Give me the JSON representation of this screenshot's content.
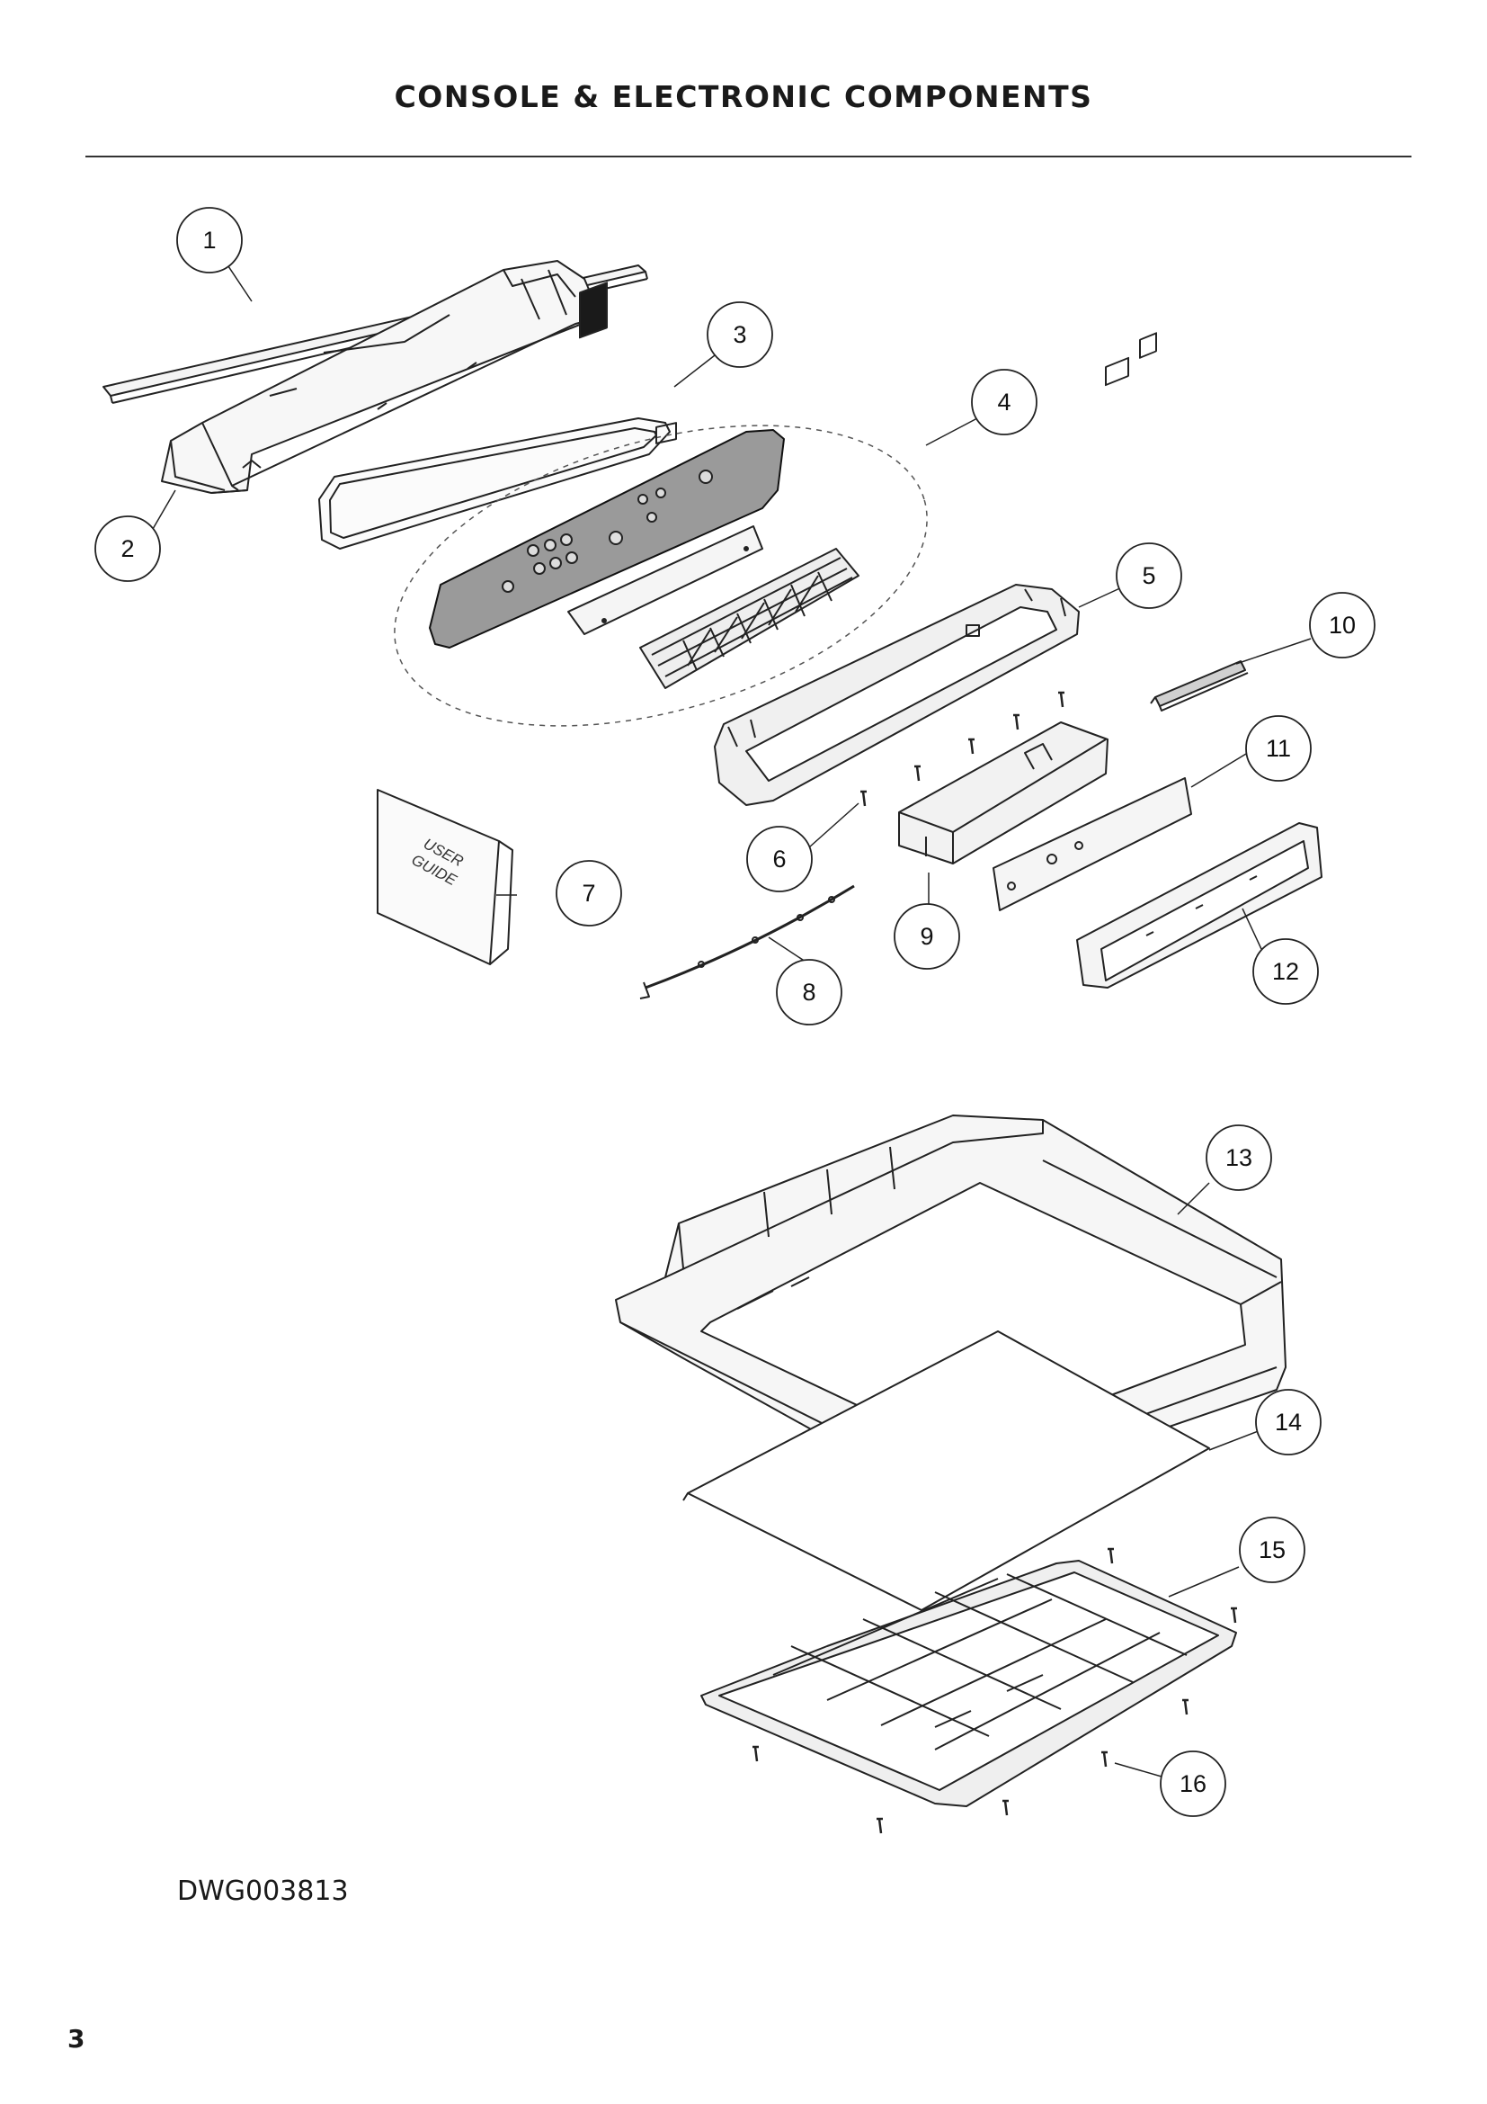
{
  "header": {
    "title": "CONSOLE & ELECTRONIC COMPONENTS"
  },
  "diagram": {
    "callouts": [
      "1",
      "2",
      "3",
      "4",
      "5",
      "6",
      "7",
      "8",
      "9",
      "10",
      "11",
      "12",
      "13",
      "14",
      "15",
      "16"
    ],
    "manual_cover_text": {
      "line1": "USER",
      "line2": "GUIDE"
    }
  },
  "footer": {
    "drawing_number": "DWG003813",
    "page_number": "3"
  }
}
